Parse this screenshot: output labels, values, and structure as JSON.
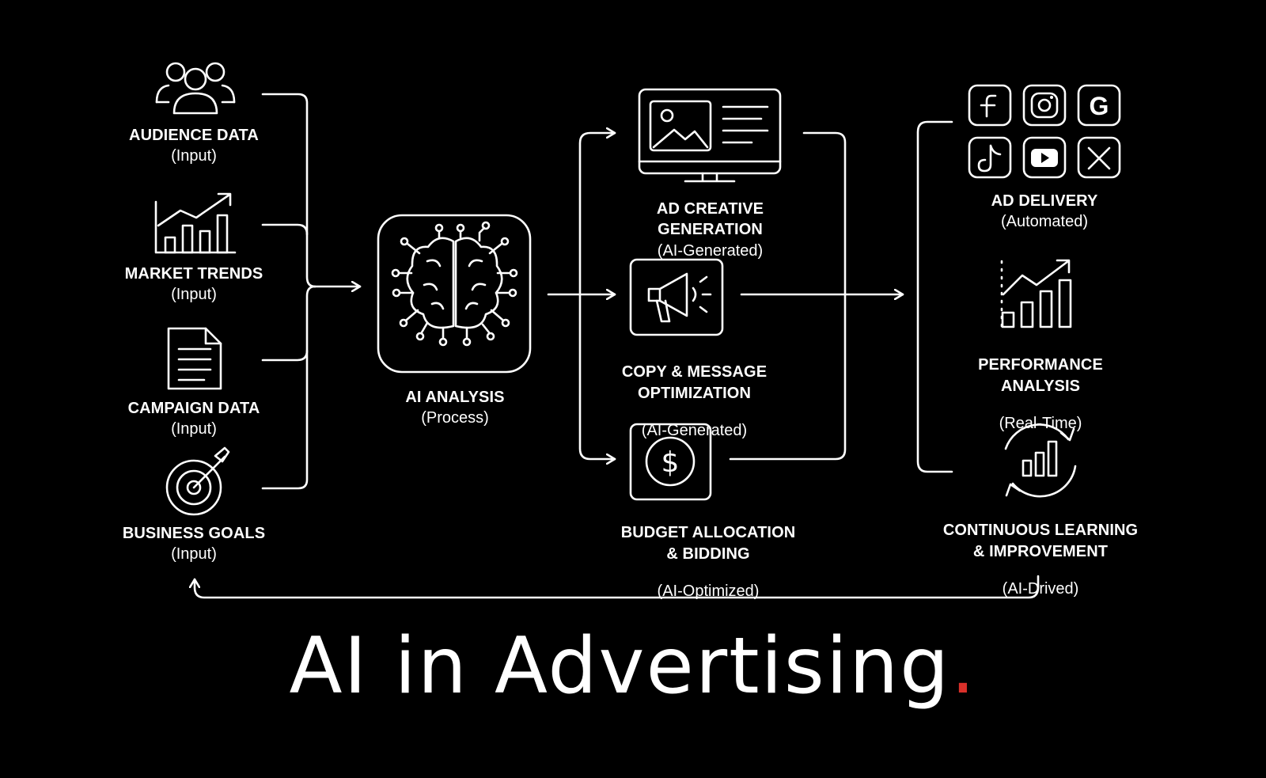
{
  "title": {
    "text": "AI in Advertising",
    "dot": ".",
    "dot_color": "#d9302a"
  },
  "colors": {
    "background": "#000000",
    "foreground": "#ffffff"
  },
  "inputs": [
    {
      "icon": "people-icon",
      "title": "AUDIENCE DATA",
      "subtitle": "(Input)"
    },
    {
      "icon": "trend-chart-icon",
      "title": "MARKET TRENDS",
      "subtitle": "(Input)"
    },
    {
      "icon": "document-icon",
      "title": "CAMPAIGN DATA",
      "subtitle": "(Input)"
    },
    {
      "icon": "target-icon",
      "title": "BUSINESS GOALS",
      "subtitle": "(Input)"
    }
  ],
  "process": {
    "icon": "brain-circuit-icon",
    "title": "AI ANALYSIS",
    "subtitle": "(Process)"
  },
  "generation": [
    {
      "icon": "monitor-image-icon",
      "title": "AD CREATIVE GENERATION",
      "subtitle": "(AI-Generated)"
    },
    {
      "icon": "megaphone-icon",
      "title": "COPY & MESSAGE\nOPTIMIZATION",
      "subtitle": "(AI-Generated)"
    },
    {
      "icon": "dollar-coin-icon",
      "title": "BUDGET ALLOCATION\n& BIDDING",
      "subtitle": "(AI-Optimized)"
    }
  ],
  "outputs": [
    {
      "icon": "social-platforms-icon",
      "title": "AD DELIVERY",
      "subtitle": "(Automated)"
    },
    {
      "icon": "performance-chart-icon",
      "title": "PERFORMANCE\nANALYSIS",
      "subtitle": "(Real-Time)"
    },
    {
      "icon": "refresh-chart-icon",
      "title": "CONTINUOUS LEARNING\n& IMPROVEMENT",
      "subtitle": "(AI-Drived)"
    }
  ],
  "platforms": [
    "facebook-icon",
    "instagram-icon",
    "google-icon",
    "tiktok-icon",
    "youtube-icon",
    "x-icon"
  ]
}
